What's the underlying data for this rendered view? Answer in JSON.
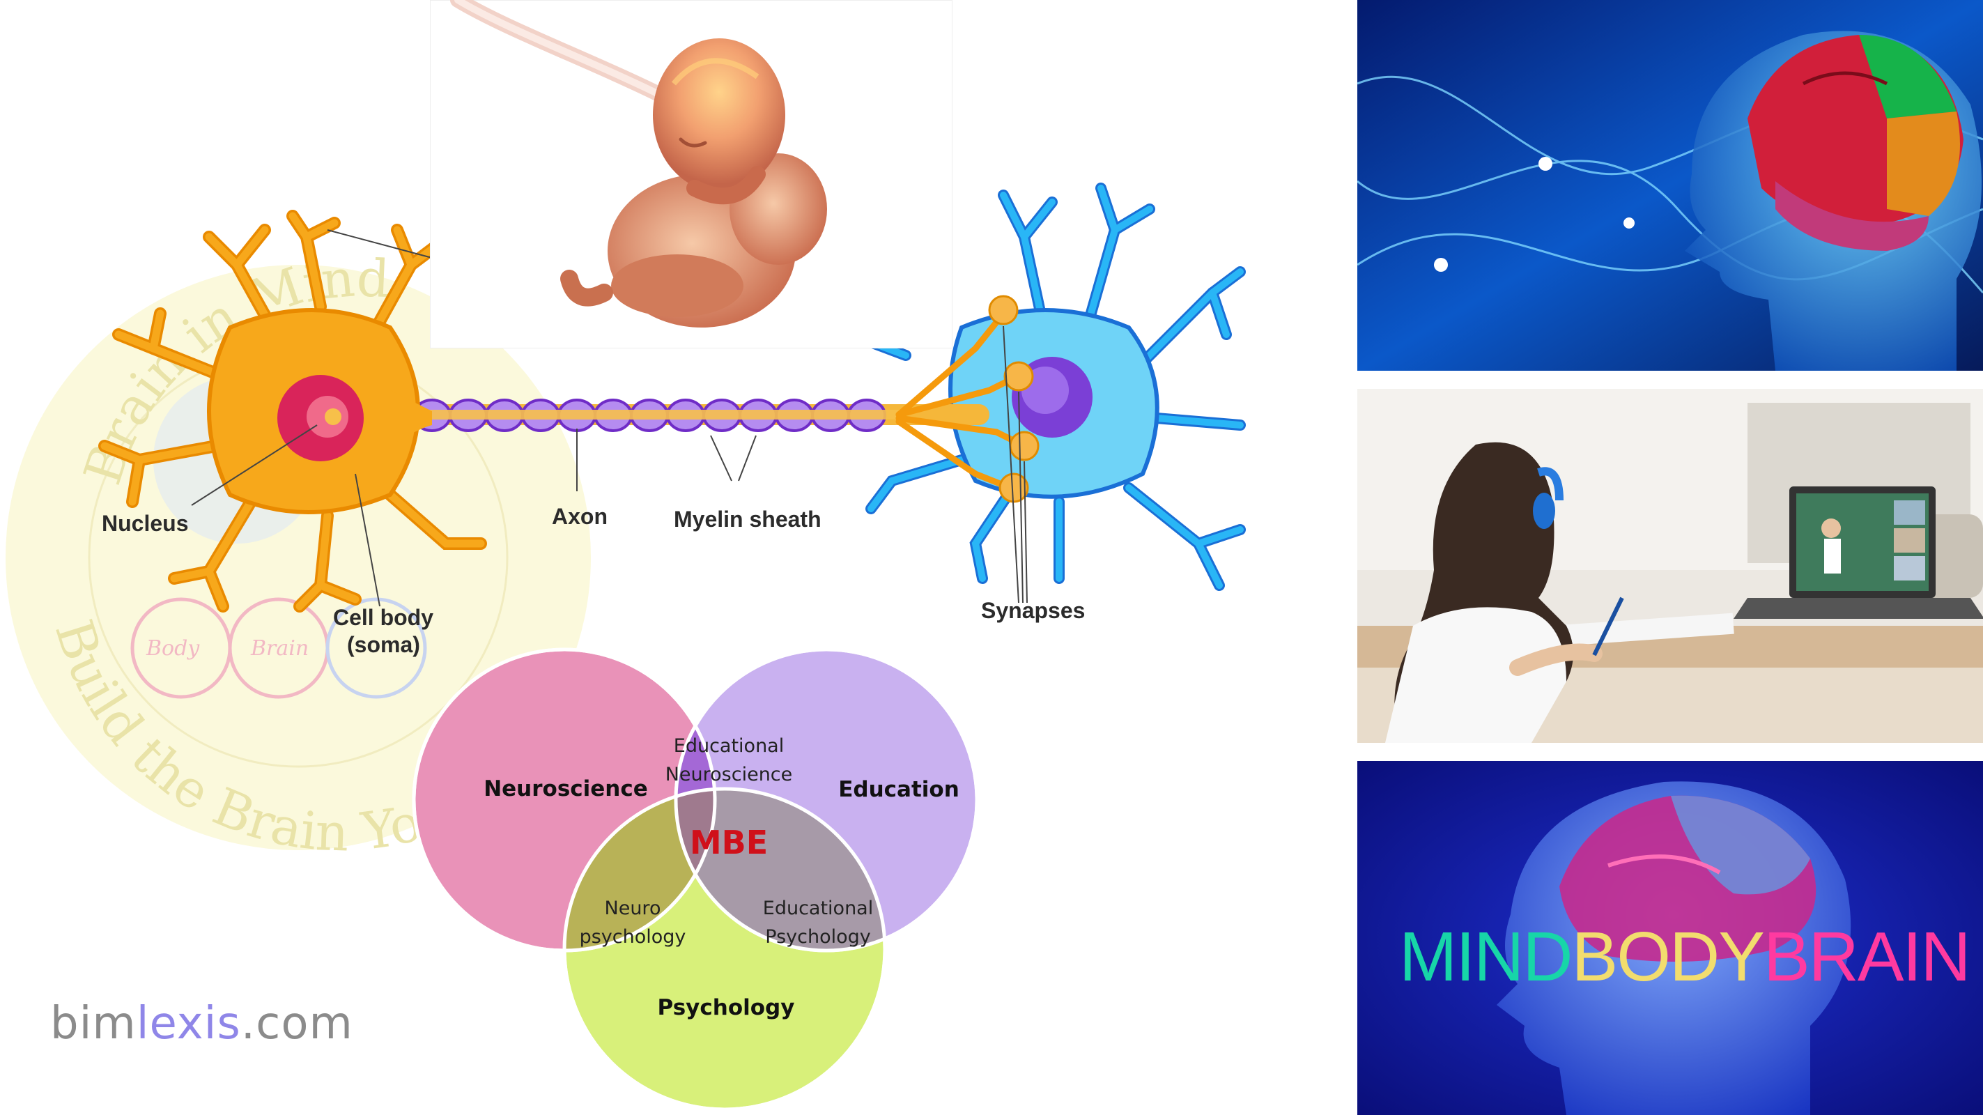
{
  "watermark": {
    "arc_text": "Brain in Mind",
    "bottom_text": "Build the Brain You Want",
    "circle_left": "Body",
    "circle_right": "Brain"
  },
  "neuron": {
    "labels": {
      "nucleus": "Nucleus",
      "cell_body_line1": "Cell body",
      "cell_body_line2": "(soma)",
      "axon": "Axon",
      "myelin": "Myelin sheath",
      "synapses": "Synapses"
    },
    "colors": {
      "soma": "#f7a81b",
      "nucleus": "#d9245a",
      "myelin": "#a66be0",
      "dendrite_target": "#29b6f6"
    }
  },
  "venn": {
    "sets": {
      "neuroscience": "Neuroscience",
      "education": "Education",
      "psychology": "Psychology"
    },
    "overlaps": {
      "edu_neuro_line1": "Educational",
      "edu_neuro_line2": "Neuroscience",
      "neuro_psych_line1": "Neuro",
      "neuro_psych_line2": "psychology",
      "edu_psych_line1": "Educational",
      "edu_psych_line2": "Psychology"
    },
    "center": "MBE",
    "colors": {
      "neuroscience": "#e992b8",
      "education": "#c9b1f0",
      "psychology": "#d8f07a",
      "center_text": "#d0101a"
    }
  },
  "branding": {
    "prefix": "bim",
    "middle": "lexis",
    "suffix": ".com"
  },
  "panels": {
    "mind_body_brain": {
      "word1": "MIND",
      "word2": "BODY",
      "word3": "BRAIN"
    }
  },
  "icons": [
    "fetus-illustration",
    "brain-head-photo",
    "online-class-photo",
    "brain-head-logo"
  ]
}
